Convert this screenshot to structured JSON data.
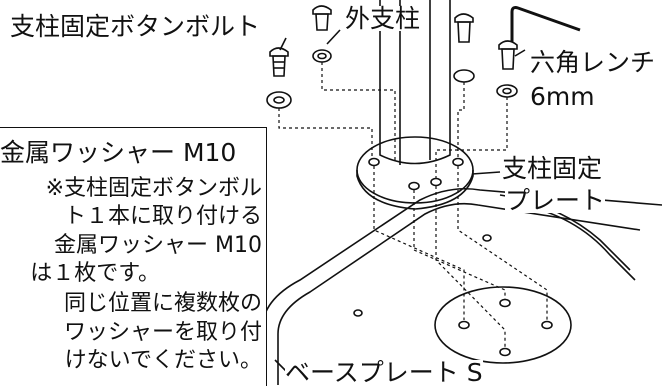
{
  "labels": {
    "button_bolt": "支柱固定ボタンボルト",
    "outer_post": "外支柱",
    "hex_wrench_line1": "六角レンチ",
    "hex_wrench_line2": "6mm",
    "plate_line1": "支柱固定",
    "plate_line2": "プレート",
    "base_plate": "ベースプレート S"
  },
  "note": {
    "title": "金属ワッシャー M10",
    "lines": [
      "※支柱固定ボタンボル",
      "ト１本に取り付ける",
      "金属ワッシャー M10",
      "は１枚です。",
      "同じ位置に複数枚の",
      "ワッシャーを取り付",
      "けないでください。"
    ]
  }
}
